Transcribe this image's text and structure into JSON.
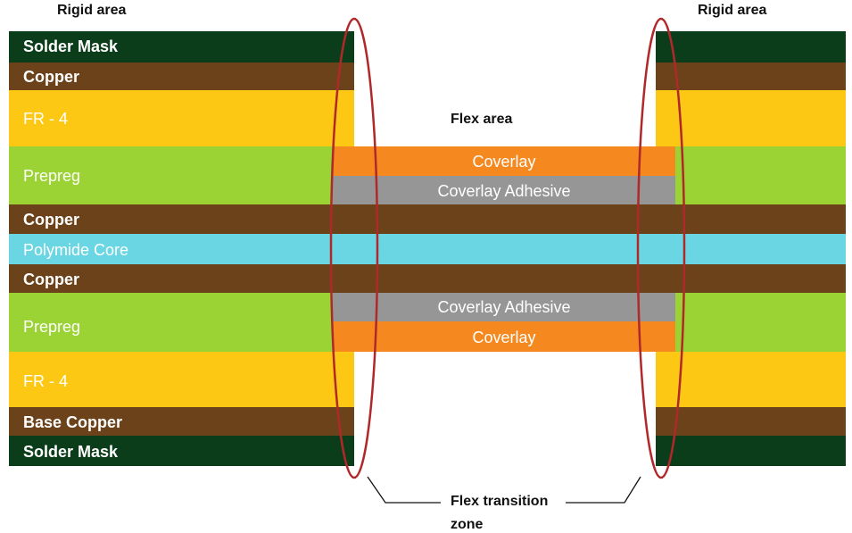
{
  "captions": {
    "rigid_left": "Rigid area",
    "rigid_right": "Rigid area",
    "flex": "Flex area",
    "transition_line1": "Flex transition",
    "transition_line2": "zone"
  },
  "rigid_layers": [
    {
      "id": "solder-mask-top",
      "label": "Solder Mask",
      "color": "#0b3d1a",
      "bold": true
    },
    {
      "id": "copper-top",
      "label": "Copper",
      "color": "#6b4219",
      "bold": true
    },
    {
      "id": "fr4-top",
      "label": "FR - 4",
      "color": "#fdc814",
      "bold": false
    },
    {
      "id": "prepreg-top",
      "label": "Prepreg",
      "color": "#9bd334",
      "bold": false
    },
    {
      "id": "copper-inner-top",
      "label": "Copper",
      "color": "#6b4219",
      "bold": true
    },
    {
      "id": "polymide-core",
      "label": "Polymide Core",
      "color": "#6ad6e3",
      "bold": false
    },
    {
      "id": "copper-inner-bottom",
      "label": "Copper",
      "color": "#6b4219",
      "bold": true
    },
    {
      "id": "prepreg-bottom",
      "label": "Prepreg",
      "color": "#9bd334",
      "bold": false
    },
    {
      "id": "fr4-bottom",
      "label": "FR - 4",
      "color": "#fdc814",
      "bold": false
    },
    {
      "id": "base-copper",
      "label": "Base Copper",
      "color": "#6b4219",
      "bold": true
    },
    {
      "id": "solder-mask-bottom",
      "label": "Solder Mask",
      "color": "#0b3d1a",
      "bold": true
    }
  ],
  "flex_layers": [
    {
      "id": "coverlay-top",
      "label": "Coverlay",
      "color": "#f5891f"
    },
    {
      "id": "coverlay-adhesive-top",
      "label": "Coverlay Adhesive",
      "color": "#969696"
    },
    {
      "id": "coverlay-adhesive-bottom",
      "label": "Coverlay Adhesive",
      "color": "#969696"
    },
    {
      "id": "coverlay-bottom",
      "label": "Coverlay",
      "color": "#f5891f"
    }
  ],
  "colors": {
    "highlight": "#b0282a",
    "caption_text": "#111111"
  }
}
